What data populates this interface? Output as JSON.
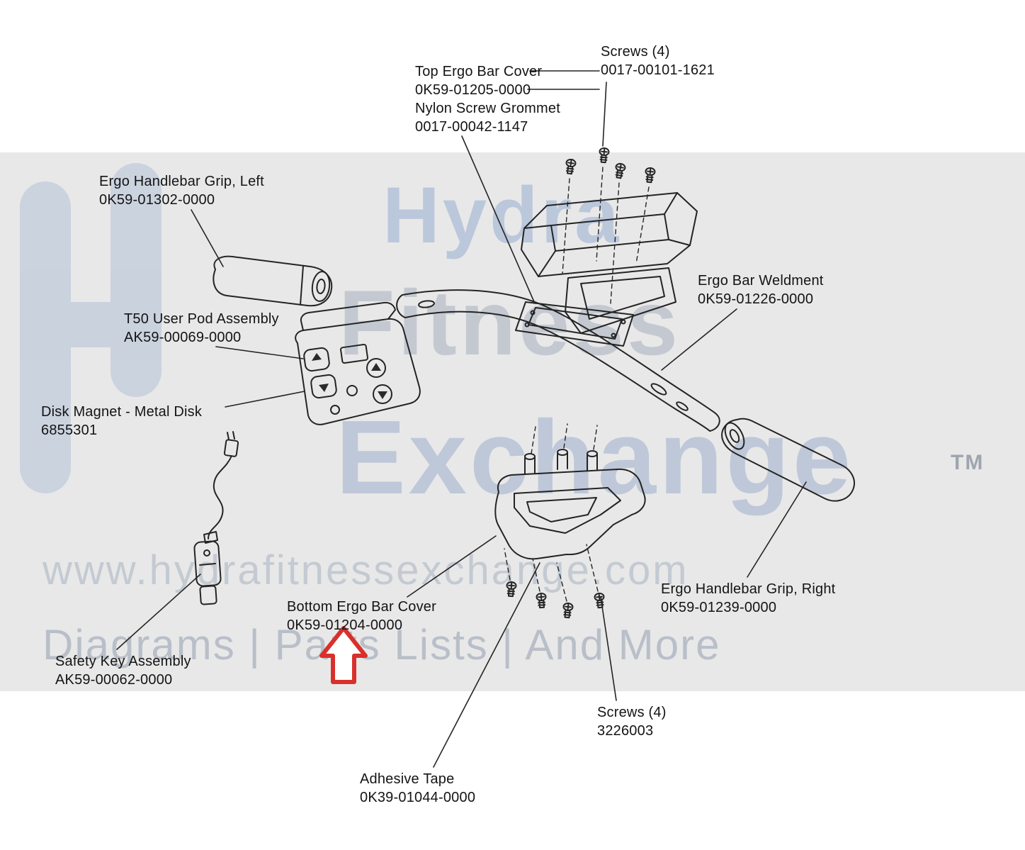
{
  "colors": {
    "background": "#ffffff",
    "band": "#e8e8e8",
    "line_art": "#242424",
    "highlight_arrow": "#d9302c",
    "watermark_blue": "#9fb4d4",
    "watermark_gray": "#c5cad2"
  },
  "watermark": {
    "logo_icon": "hydra-h-logo",
    "brand_word_1": "Hydra",
    "brand_word_2": "Fitness",
    "brand_word_3": "Exchange",
    "trademark": "TM",
    "website": "www.hydrafitnessexchange.com",
    "tagline": "Diagrams | Parts Lists | And More"
  },
  "labels": {
    "screws_top": {
      "l1": "Screws (4)",
      "l2": "0017-00101-1621"
    },
    "top_cover": {
      "l1": "Top Ergo Bar Cover",
      "l2": "0K59-01205-0000",
      "l3": "Nylon Screw Grommet",
      "l4": "0017-00042-1147"
    },
    "grip_left": {
      "l1": "Ergo Handlebar Grip, Left",
      "l2": "0K59-01302-0000"
    },
    "user_pod": {
      "l1": "T50 User Pod Assembly",
      "l2": "AK59-00069-0000"
    },
    "weldment": {
      "l1": "Ergo Bar Weldment",
      "l2": "0K59-01226-0000"
    },
    "disk_magnet": {
      "l1": "Disk Magnet - Metal Disk",
      "l2": "6855301"
    },
    "safety_key": {
      "l1": "Safety Key Assembly",
      "l2": "AK59-00062-0000"
    },
    "bottom_cover": {
      "l1": "Bottom Ergo Bar Cover",
      "l2": "0K59-01204-0000"
    },
    "grip_right": {
      "l1": "Ergo Handlebar Grip, Right",
      "l2": "0K59-01239-0000"
    },
    "screws_bottom": {
      "l1": "Screws (4)",
      "l2": "3226003"
    },
    "adhesive_tape": {
      "l1": "Adhesive Tape",
      "l2": "0K39-01044-0000"
    }
  }
}
